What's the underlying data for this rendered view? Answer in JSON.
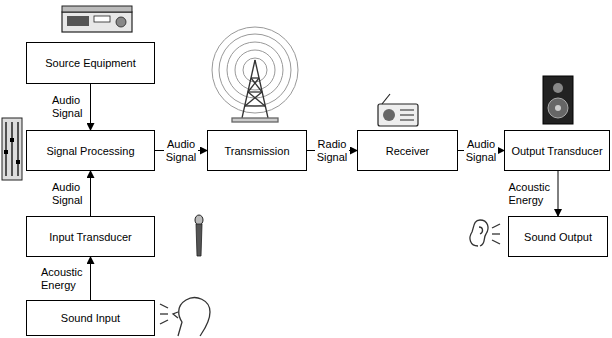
{
  "diagram": {
    "nodes": [
      {
        "text": [
          "Source Equipment"
        ]
      },
      {
        "text": [
          "Signal Processing"
        ]
      },
      {
        "text": [
          "Transmission"
        ]
      },
      {
        "text": [
          "Receiver"
        ]
      },
      {
        "text": [
          "Output Transducer"
        ]
      },
      {
        "text": [
          "Input Transducer"
        ]
      },
      {
        "text": [
          "Sound Output"
        ]
      },
      {
        "text": [
          "Sound Input"
        ]
      }
    ],
    "edges": [
      {
        "from": 0,
        "to": 1,
        "label": "Audio Signal",
        "arrow": "to"
      },
      {
        "from": 1,
        "to": 2,
        "label": "Audio Signal",
        "arrow": "to"
      },
      {
        "from": 2,
        "to": 3,
        "label": "Radio Signal",
        "arrow": "to"
      },
      {
        "from": 3,
        "to": 4,
        "label": "Audio Signal",
        "arrow": "to"
      },
      {
        "from": 5,
        "to": 1,
        "label": "Audio Signal",
        "arrow": "to"
      },
      {
        "from": 4,
        "to": 6,
        "label": "Acoustic Energy",
        "arrow": "to"
      },
      {
        "from": 7,
        "to": 5,
        "label": "Acoustic Energy",
        "arrow": "to"
      }
    ]
  }
}
